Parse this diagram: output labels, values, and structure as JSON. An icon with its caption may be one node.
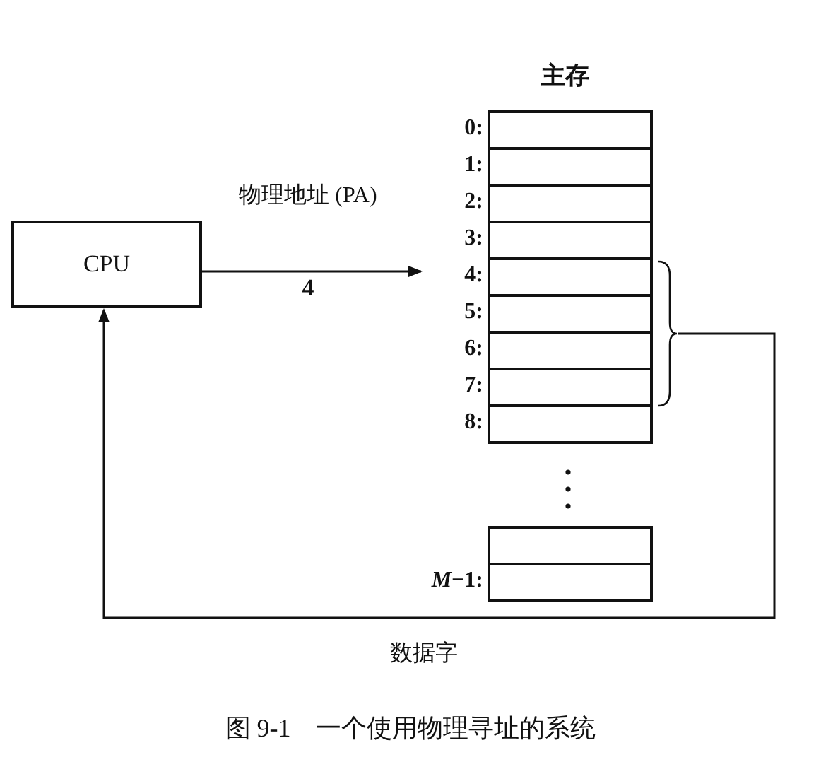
{
  "diagram": {
    "caption": "图 9-1　一个使用物理寻址的系统",
    "nodes": [
      {
        "text": [
          "CPU"
        ]
      },
      {
        "text": [],
        "shape": "box",
        "beside": [
          "0:"
        ]
      },
      {
        "text": [],
        "shape": "box",
        "beside": [
          "1:"
        ]
      },
      {
        "text": [],
        "shape": "box",
        "beside": [
          "2:"
        ]
      },
      {
        "text": [],
        "shape": "box",
        "beside": [
          "3:"
        ]
      },
      {
        "text": [],
        "shape": "box",
        "beside": [
          "4:"
        ]
      },
      {
        "text": [],
        "shape": "box",
        "beside": [
          "5:"
        ]
      },
      {
        "text": [],
        "shape": "box",
        "beside": [
          "6:"
        ]
      },
      {
        "text": [],
        "shape": "box",
        "beside": [
          "7:"
        ]
      },
      {
        "text": [],
        "shape": "box",
        "beside": [
          "8:"
        ]
      },
      {
        "text": [],
        "shape": "box"
      },
      {
        "text": [],
        "shape": "box",
        "beside": [
          "*M*−1:"
        ]
      },
      {
        "text": [],
        "shape": "bracket"
      }
    ],
    "edges": [
      {
        "from": 0,
        "to": 5,
        "arrow": "to",
        "label": "物理地址 (PA)"
      },
      {
        "from": 12,
        "to": 0,
        "arrow": "to",
        "label": "数据字"
      }
    ],
    "labels": [
      "主存",
      "4"
    ]
  }
}
